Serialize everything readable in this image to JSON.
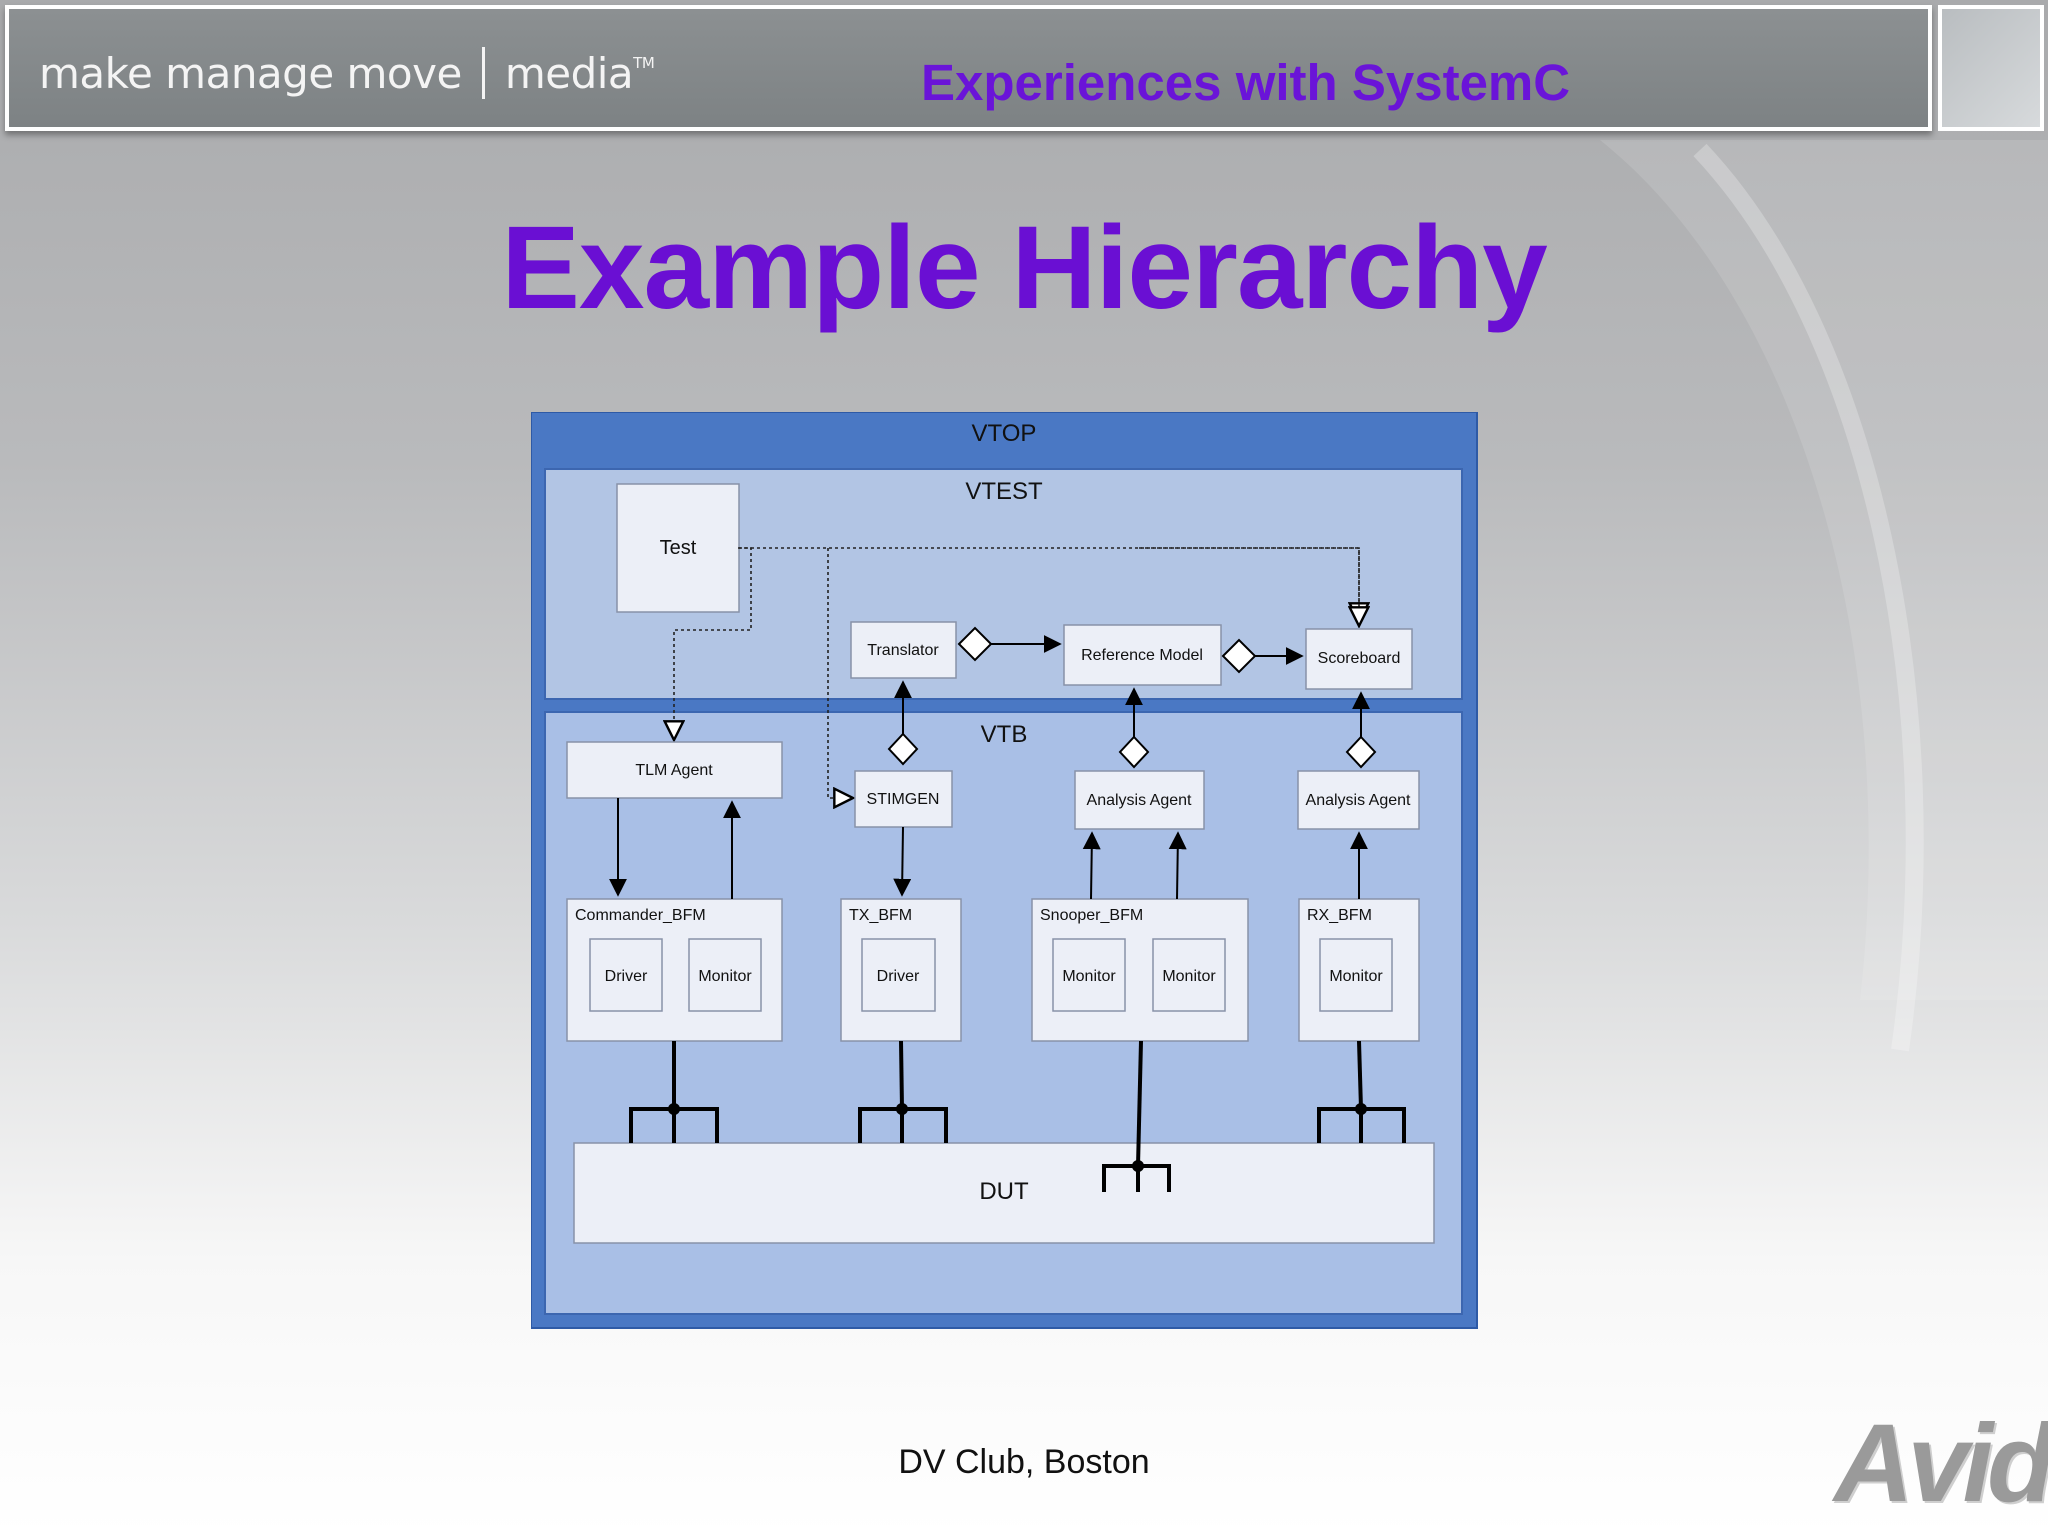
{
  "header": {
    "brand_text": "make manage move",
    "brand_media": "media",
    "brand_tm": "TM",
    "title": "Experiences with SystemC"
  },
  "slide_title": "Example Hierarchy",
  "diagram": {
    "vtop": "VTOP",
    "vtest": "VTEST",
    "vtb": "VTB",
    "test": "Test",
    "translator": "Translator",
    "reference_model": "Reference Model",
    "scoreboard": "Scoreboard",
    "tlm_agent": "TLM Agent",
    "stimgen": "STIMGEN",
    "analysis_agent_1": "Analysis Agent",
    "analysis_agent_2": "Analysis Agent",
    "commander_bfm": "Commander_BFM",
    "tx_bfm": "TX_BFM",
    "snooper_bfm": "Snooper_BFM",
    "rx_bfm": "RX_BFM",
    "driver_1": "Driver",
    "monitor_1": "Monitor",
    "driver_2": "Driver",
    "monitor_2": "Monitor",
    "monitor_3": "Monitor",
    "monitor_4": "Monitor",
    "dut": "DUT"
  },
  "footer": "DV Club, Boston",
  "logo": "Avid",
  "colors": {
    "title_purple": "#6a0fd3",
    "vtop_blue": "#4a78c4",
    "vtest_fill": "#b2c5e4",
    "vtb_fill": "#a9bfe6"
  }
}
